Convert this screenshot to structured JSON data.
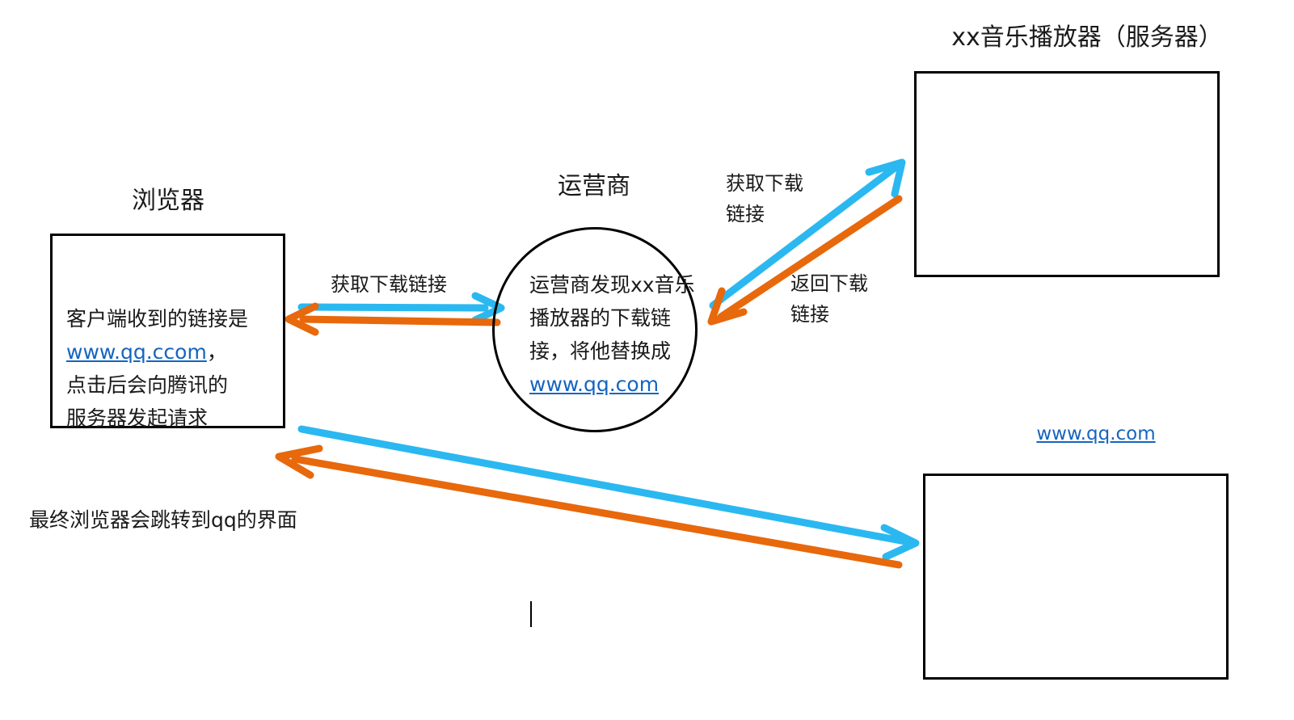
{
  "diagram": {
    "title_top_right": "xx音乐播放器（服务器）",
    "title_browser": "浏览器",
    "title_isp": "运营商"
  },
  "browser_box": {
    "line1": "客户端收到的链接是",
    "link": "www.qq.ccom",
    "link_suffix": "，",
    "line3": "点击后会向腾讯的",
    "line4": "服务器发起请求"
  },
  "isp_circle": {
    "line1": "运营商发现xx音乐",
    "line2": "播放器的下载链",
    "line3": "接，将他替换成",
    "link": "www.qq.com"
  },
  "edge_labels": {
    "browser_to_isp": "获取下载链接",
    "isp_to_server_line1": "获取下载",
    "isp_to_server_line2": "链接",
    "server_to_isp_line1": "返回下载",
    "server_to_isp_line2": "链接"
  },
  "qq_link": "www.qq.com",
  "caption": "最终浏览器会跳转到qq的界面",
  "colors": {
    "request_arrow": "#2BB8F0",
    "response_arrow": "#E8680C",
    "node_border": "#000000",
    "link": "#1565C0",
    "text": "#1a1a1a",
    "background": "#ffffff"
  }
}
